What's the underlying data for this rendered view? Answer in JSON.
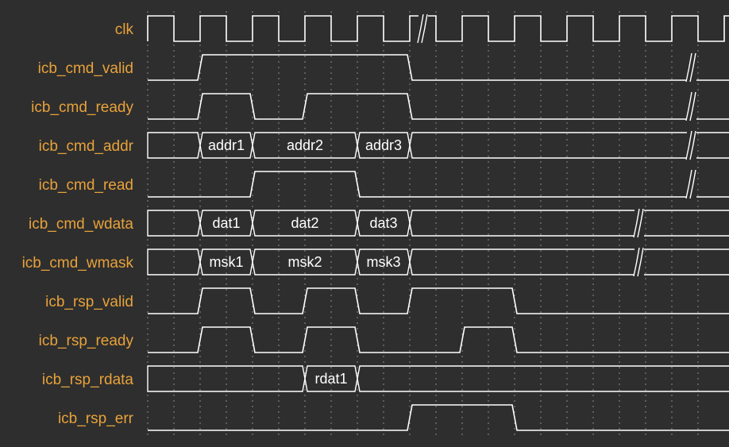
{
  "colors": {
    "background": "#2e2e2e",
    "label": "#e8a23a",
    "wave": "#ffffff",
    "hatch": "#6a6a6a",
    "grid": "#8a8a8a"
  },
  "signals": [
    {
      "name": "clk",
      "type": "clock"
    },
    {
      "name": "icb_cmd_valid",
      "type": "bit",
      "levels": [
        0,
        1,
        1,
        1,
        1,
        0,
        0,
        0,
        0,
        0,
        0,
        0
      ],
      "break_after_cycle": 10
    },
    {
      "name": "icb_cmd_ready",
      "type": "bit",
      "levels": [
        0,
        1,
        0,
        1,
        1,
        0,
        0,
        0,
        0,
        0,
        0,
        0
      ],
      "break_after_cycle": 10
    },
    {
      "name": "icb_cmd_addr",
      "type": "bus",
      "segments": [
        {
          "from": 0,
          "to": 1,
          "text": ""
        },
        {
          "from": 1,
          "to": 2,
          "text": "addr1"
        },
        {
          "from": 2,
          "to": 4,
          "text": "addr2"
        },
        {
          "from": 4,
          "to": 5,
          "text": "addr3"
        },
        {
          "from": 5,
          "to": 12,
          "text": ""
        }
      ],
      "break_after_cycle": 10
    },
    {
      "name": "icb_cmd_read",
      "type": "bit",
      "levels": [
        0,
        0,
        1,
        1,
        0,
        0,
        0,
        0,
        0,
        0,
        0,
        0
      ],
      "break_after_cycle": 10
    },
    {
      "name": "icb_cmd_wdata",
      "type": "bus",
      "segments": [
        {
          "from": 0,
          "to": 1,
          "text": ""
        },
        {
          "from": 1,
          "to": 2,
          "text": "dat1"
        },
        {
          "from": 2,
          "to": 4,
          "text": "dat2"
        },
        {
          "from": 4,
          "to": 5,
          "text": "dat3"
        },
        {
          "from": 5,
          "to": 12,
          "text": ""
        }
      ],
      "break_after_cycle": 9
    },
    {
      "name": "icb_cmd_wmask",
      "type": "bus",
      "segments": [
        {
          "from": 0,
          "to": 1,
          "text": ""
        },
        {
          "from": 1,
          "to": 2,
          "text": "msk1"
        },
        {
          "from": 2,
          "to": 4,
          "text": "msk2"
        },
        {
          "from": 4,
          "to": 5,
          "text": "msk3"
        },
        {
          "from": 5,
          "to": 12,
          "text": ""
        }
      ],
      "break_after_cycle": 9
    },
    {
      "name": "icb_rsp_valid",
      "type": "bit",
      "levels": [
        0,
        1,
        0,
        1,
        0,
        1,
        1,
        0,
        0,
        0,
        0,
        0
      ]
    },
    {
      "name": "icb_rsp_ready",
      "type": "bit",
      "levels": [
        0,
        1,
        0,
        1,
        0,
        0,
        1,
        0,
        0,
        0,
        0,
        0
      ]
    },
    {
      "name": "icb_rsp_rdata",
      "type": "bus",
      "segments": [
        {
          "from": 0,
          "to": 3,
          "text": ""
        },
        {
          "from": 3,
          "to": 4,
          "text": "rdat1"
        },
        {
          "from": 4,
          "to": 12,
          "text": ""
        }
      ]
    },
    {
      "name": "icb_rsp_err",
      "type": "bit",
      "levels": [
        0,
        0,
        0,
        0,
        0,
        1,
        1,
        0,
        0,
        0,
        0,
        0
      ]
    }
  ],
  "clock": {
    "cycles": 12,
    "break_after_cycle": 5
  }
}
